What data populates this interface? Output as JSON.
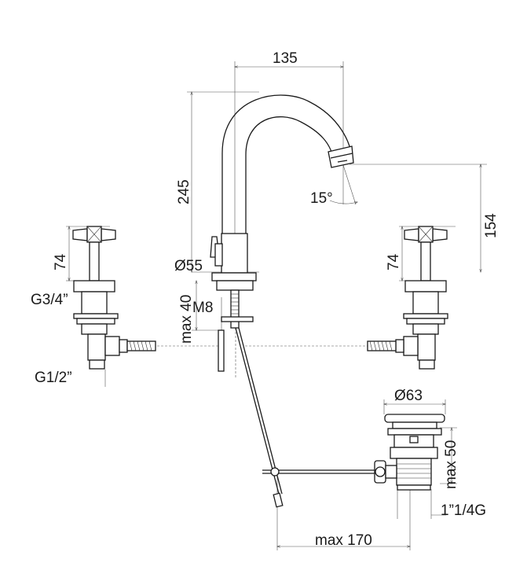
{
  "dimensions": {
    "spout_reach": "135",
    "spout_height": "245",
    "spout_angle": "15°",
    "outlet_height": "154",
    "handle_left_height": "74",
    "handle_right_height": "74",
    "body_diameter": "Ø55",
    "max_thickness": "max 40",
    "thread_m8": "M8",
    "connection_g34": "G3/4”",
    "connection_g12": "G1/2”",
    "drain_diameter": "Ø63",
    "drain_height": "max 50",
    "drain_thread": "1”1/4G",
    "rod_length": "max 170"
  }
}
